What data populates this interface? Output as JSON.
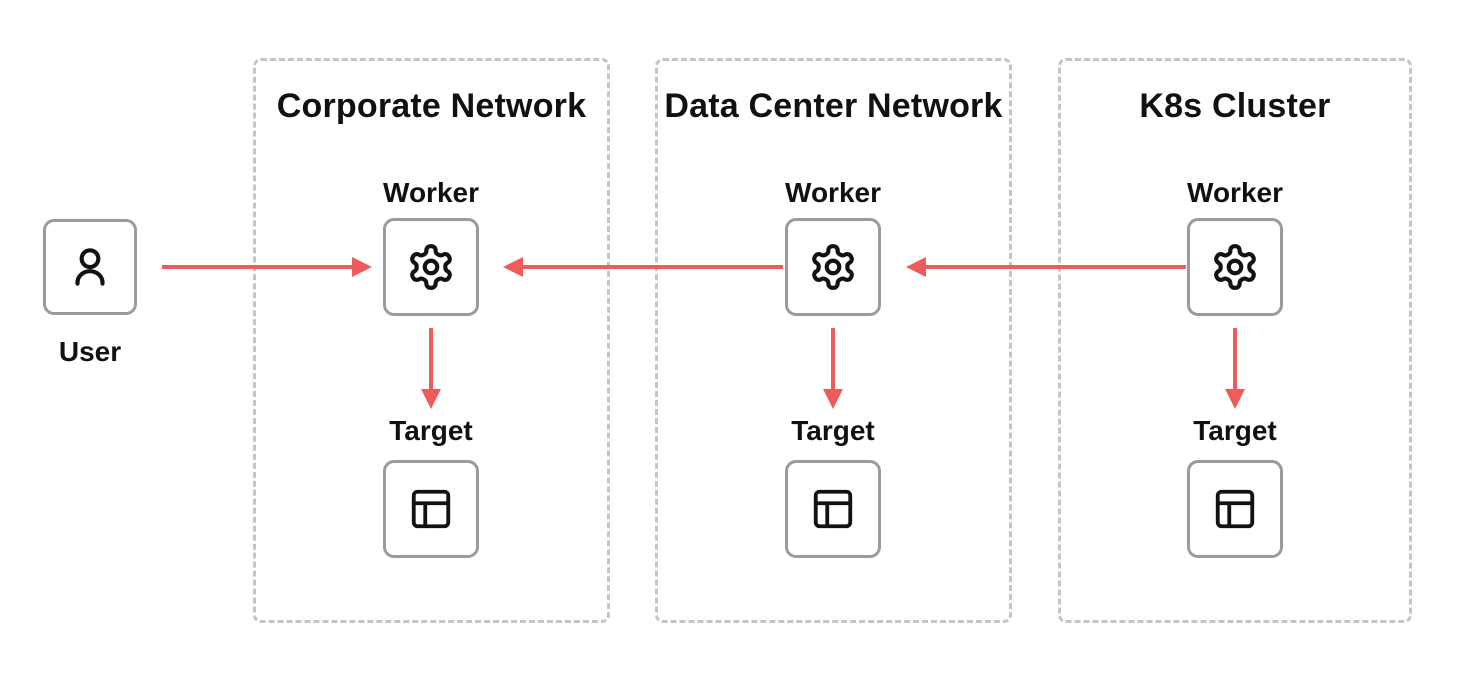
{
  "user": {
    "label": "User"
  },
  "zones": [
    {
      "title": "Corporate Network",
      "worker_label": "Worker",
      "target_label": "Target"
    },
    {
      "title": "Data Center Network",
      "worker_label": "Worker",
      "target_label": "Target"
    },
    {
      "title": "K8s Cluster",
      "worker_label": "Worker",
      "target_label": "Target"
    }
  ],
  "icons": {
    "user": "user-icon",
    "worker": "gear-icon",
    "target": "layout-icon"
  },
  "colors": {
    "arrow": "#EF5B5B",
    "node_border": "#9B9B9B",
    "zone_border": "#C5C5C5",
    "icon": "#121212",
    "text": "#111111",
    "background": "#FFFFFF"
  }
}
